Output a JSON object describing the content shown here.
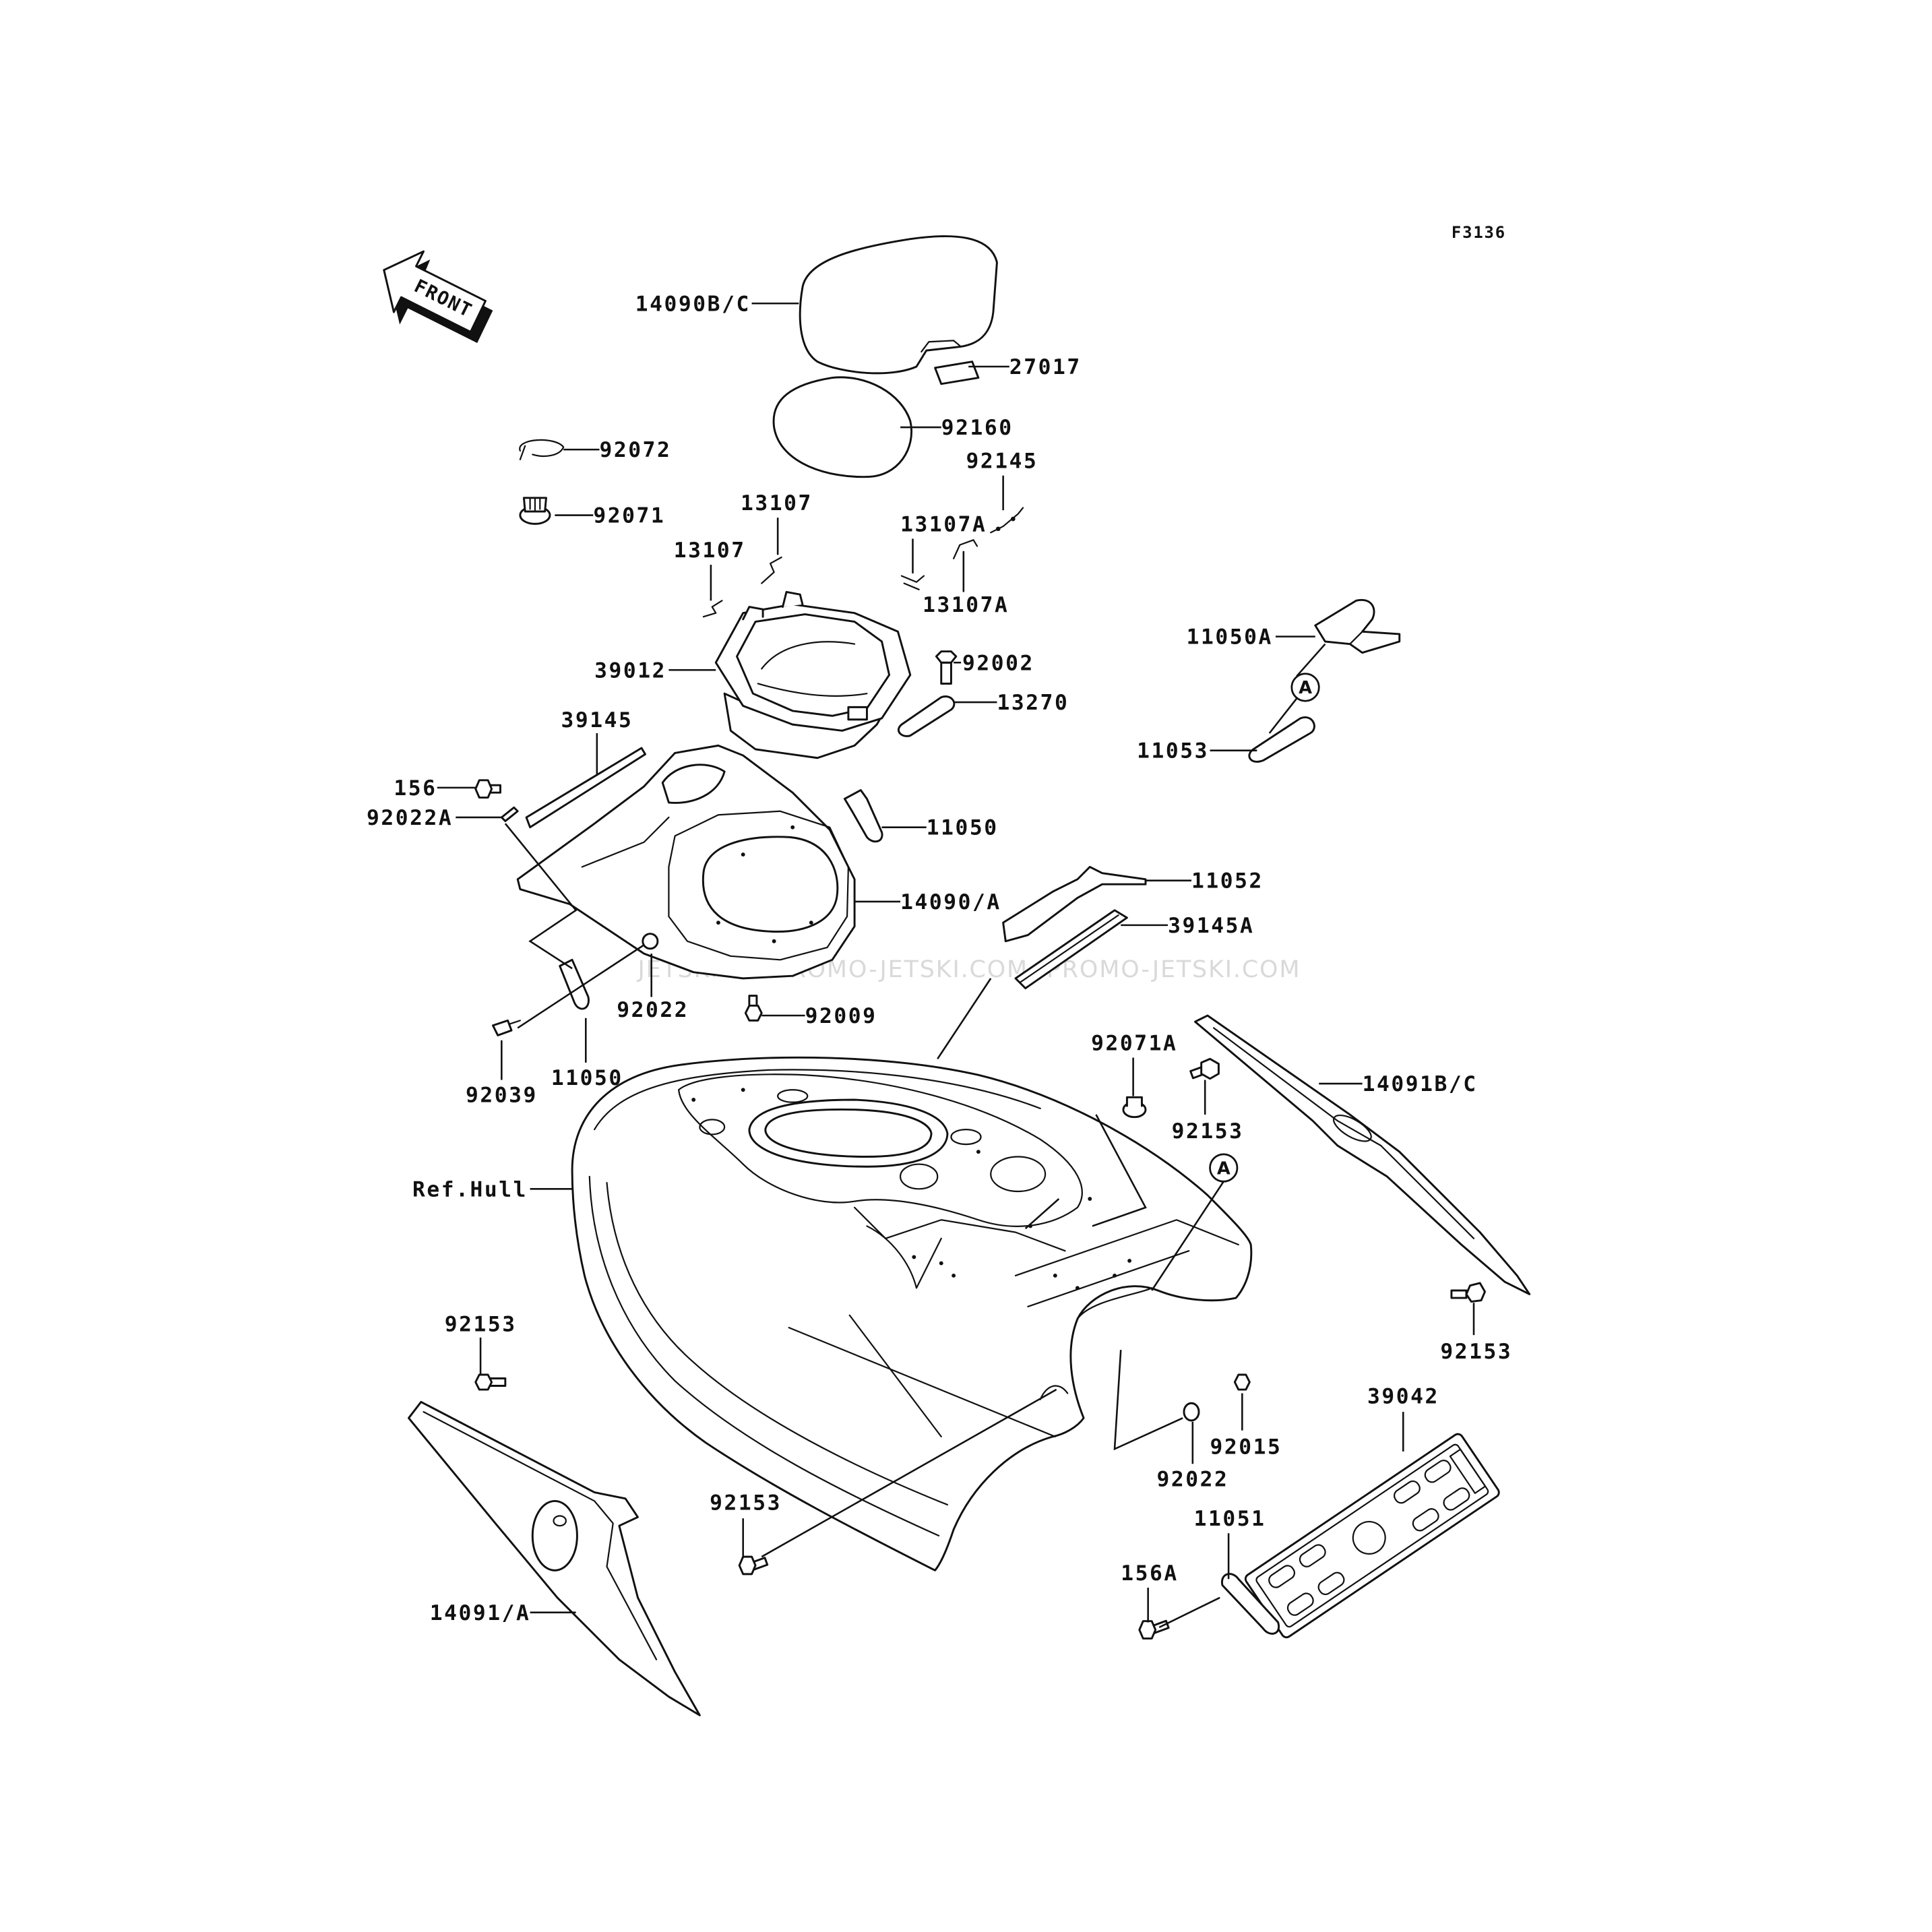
{
  "diagram_code": "F3136",
  "front_arrow": {
    "label": "FRONT",
    "icon": "front-direction-arrow"
  },
  "reference": {
    "label": "Ref.Hull"
  },
  "markers": [
    {
      "label": "A"
    },
    {
      "label": "A"
    }
  ],
  "watermark": [
    "JETSKI.COM",
    "PROMO-JETSKI.COM",
    "PROMO-JETSKI.COM"
  ],
  "parts": [
    {
      "label": "14090B/C"
    },
    {
      "label": "27017"
    },
    {
      "label": "92160"
    },
    {
      "label": "92072"
    },
    {
      "label": "92071"
    },
    {
      "label": "92145"
    },
    {
      "label": "13107"
    },
    {
      "label": "13107"
    },
    {
      "label": "13107A"
    },
    {
      "label": "13107A"
    },
    {
      "label": "39012"
    },
    {
      "label": "92002"
    },
    {
      "label": "13270"
    },
    {
      "label": "11050A"
    },
    {
      "label": "11053"
    },
    {
      "label": "39145"
    },
    {
      "label": "156"
    },
    {
      "label": "92022A"
    },
    {
      "label": "11050"
    },
    {
      "label": "11052"
    },
    {
      "label": "14090/A"
    },
    {
      "label": "39145A"
    },
    {
      "label": "92022"
    },
    {
      "label": "92009"
    },
    {
      "label": "11050"
    },
    {
      "label": "92039"
    },
    {
      "label": "92071A"
    },
    {
      "label": "92153"
    },
    {
      "label": "14091B/C"
    },
    {
      "label": "92153"
    },
    {
      "label": "92153"
    },
    {
      "label": "39042"
    },
    {
      "label": "92015"
    },
    {
      "label": "92022"
    },
    {
      "label": "11051"
    },
    {
      "label": "92153"
    },
    {
      "label": "156A"
    },
    {
      "label": "14091/A"
    }
  ]
}
